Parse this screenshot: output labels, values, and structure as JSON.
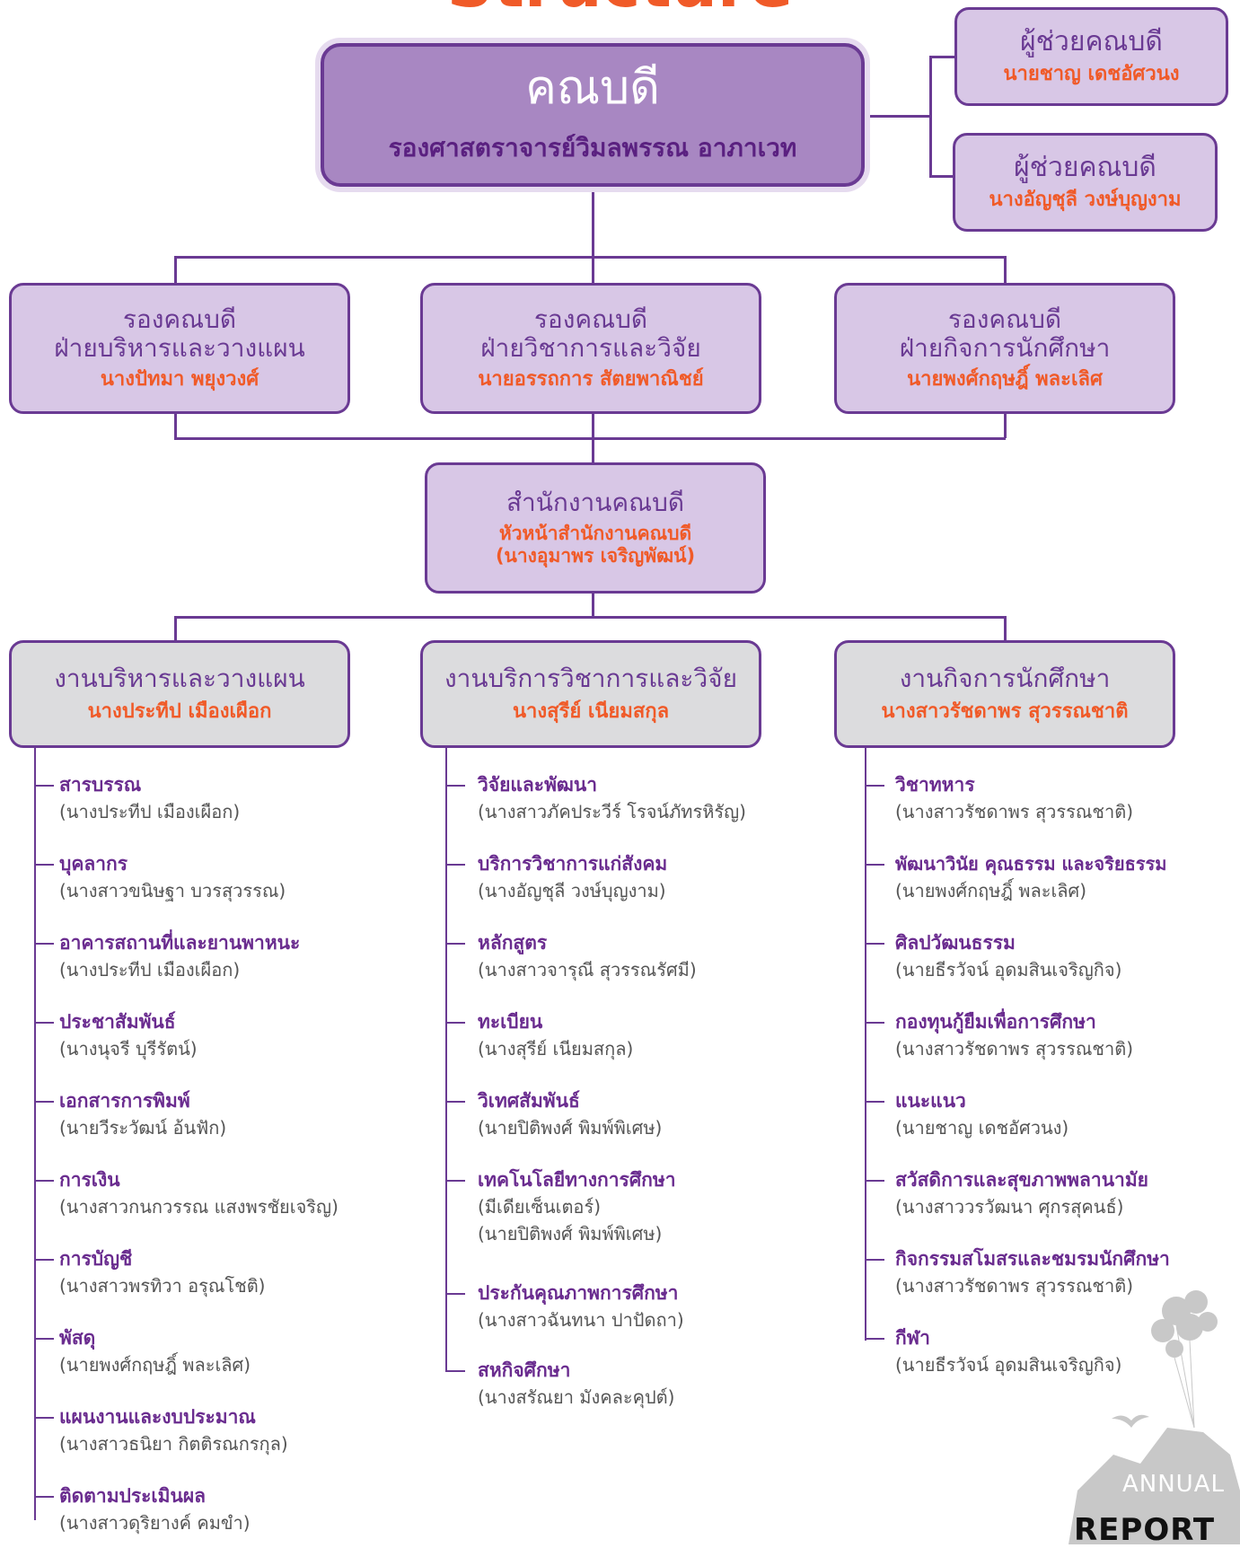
{
  "header_title": "Structure",
  "dean": {
    "title": "คณบดี",
    "name": "รองศาสตราจารย์วิมลพรรณ อาภาเวท"
  },
  "assistants": [
    {
      "title": "ผู้ช่วยคณบดี",
      "name": "นายชาญ เดชอัศวนง"
    },
    {
      "title": "ผู้ช่วยคณบดี",
      "name": "นางอัญชุลี วงษ์บุญงาม"
    }
  ],
  "vice_deans": [
    {
      "title": "รองคณบดี",
      "dept": "ฝ่ายบริหารและวางแผน",
      "name": "นางปัทมา พยุงวงศ์"
    },
    {
      "title": "รองคณบดี",
      "dept": "ฝ่ายวิชาการและวิจัย",
      "name": "นายอรรถการ สัตยพาณิชย์"
    },
    {
      "title": "รองคณบดี",
      "dept": "ฝ่ายกิจการนักศึกษา",
      "name": "นายพงศ์กฤษฎิ์ พละเลิศ"
    }
  ],
  "office": {
    "title": "สำนักงานคณบดี",
    "head": "หัวหน้าสำนักงานคณบดี",
    "name": "(นางอุมาพร เจริญพัฒน์)"
  },
  "units": [
    {
      "title": "งานบริหารและวางแผน",
      "name": "นางประทีป เมืองเผือก"
    },
    {
      "title": "งานบริการวิชาการและวิจัย",
      "name": "นางสุรีย์ เนียมสกุล"
    },
    {
      "title": "งานกิจการนักศึกษา",
      "name": "นางสาวรัชดาพร สุวรรณชาติ"
    }
  ],
  "sections": [
    [
      {
        "title": "สารบรรณ",
        "people": [
          "(นางประทีป เมืองเผือก)"
        ]
      },
      {
        "title": "บุคลากร",
        "people": [
          "(นางสาวขนิษฐา บวรสุวรรณ)"
        ]
      },
      {
        "title": "อาคารสถานที่และยานพาหนะ",
        "people": [
          "(นางประทีป เมืองเผือก)"
        ]
      },
      {
        "title": "ประชาสัมพันธ์",
        "people": [
          "(นางนุจรี บุรีรัตน์)"
        ]
      },
      {
        "title": "เอกสารการพิมพ์",
        "people": [
          "(นายวีระวัฒน์ อ้นฟัก)"
        ]
      },
      {
        "title": "การเงิน",
        "people": [
          "(นางสาวกนกวรรณ แสงพรชัยเจริญ)"
        ]
      },
      {
        "title": "การบัญชี",
        "people": [
          "(นางสาวพรทิวา อรุณโชติ)"
        ]
      },
      {
        "title": "พัสดุ",
        "people": [
          "(นายพงศ์กฤษฎิ์ พละเลิศ)"
        ]
      },
      {
        "title": "แผนงานและงบประมาณ",
        "people": [
          "(นางสาวธนิยา กิตติรณกรกุล)"
        ]
      },
      {
        "title": "ติดตามประเมินผล",
        "people": [
          "(นางสาวดุริยางค์ คมขำ)"
        ]
      }
    ],
    [
      {
        "title": "วิจัยและพัฒนา",
        "people": [
          "(นางสาวภัคประวีร์ โรจน์ภัทรหิรัญ)"
        ]
      },
      {
        "title": "บริการวิชาการแก่สังคม",
        "people": [
          "(นางอัญชุลี วงษ์บุญงาม)"
        ]
      },
      {
        "title": "หลักสูตร",
        "people": [
          "(นางสาวจารุณี สุวรรณรัศมี)"
        ]
      },
      {
        "title": "ทะเบียน",
        "people": [
          "(นางสุรีย์ เนียมสกุล)"
        ]
      },
      {
        "title": "วิเทศสัมพันธ์",
        "people": [
          "(นายปิติพงศ์ พิมพ์พิเศษ)"
        ]
      },
      {
        "title": "เทคโนโลยีทางการศึกษา",
        "people": [
          "(มีเดียเซ็นเตอร์)",
          "(นายปิติพงศ์ พิมพ์พิเศษ)"
        ]
      },
      {
        "title": "ประกันคุณภาพการศึกษา",
        "people": [
          "(นางสาวฉันทนา ปาปัดถา)"
        ]
      },
      {
        "title": "สหกิจศึกษา",
        "people": [
          "(นางสรัณยา มังคละคุปต์)"
        ]
      }
    ],
    [
      {
        "title": "วิชาทหาร",
        "people": [
          "(นางสาวรัชดาพร สุวรรณชาติ)"
        ]
      },
      {
        "title": "พัฒนาวินัย คุณธรรม และจริยธรรม",
        "people": [
          "(นายพงศ์กฤษฎิ์ พละเลิศ)"
        ]
      },
      {
        "title": "ศิลปวัฒนธรรม",
        "people": [
          "(นายธีรวัจน์ อุดมสินเจริญกิจ)"
        ]
      },
      {
        "title": "กองทุนกู้ยืมเพื่อการศึกษา",
        "people": [
          "(นางสาวรัชดาพร สุวรรณชาติ)"
        ]
      },
      {
        "title": "แนะแนว",
        "people": [
          "(นายชาญ เดชอัศวนง)"
        ]
      },
      {
        "title": "สวัสดิการและสุขภาพพลานามัย",
        "people": [
          "(นางสาววรวัฒนา ศุกรสุคนธ์)"
        ]
      },
      {
        "title": "กิจกรรมสโมสรและชมรมนักศึกษา",
        "people": [
          "(นางสาวรัชดาพร สุวรรณชาติ)"
        ]
      },
      {
        "title": "กีฬา",
        "people": [
          "(นายธีรวัจน์ อุดมสินเจริญกิจ)"
        ]
      }
    ]
  ],
  "watermark": {
    "line1": "ANNUAL",
    "line2": "REPORT"
  },
  "colors": {
    "purple": "#6a3a93",
    "orange": "#f05a28",
    "lavender": "#d8c7e6",
    "dean_fill": "#a887c2",
    "grey": "#dcdcde"
  }
}
